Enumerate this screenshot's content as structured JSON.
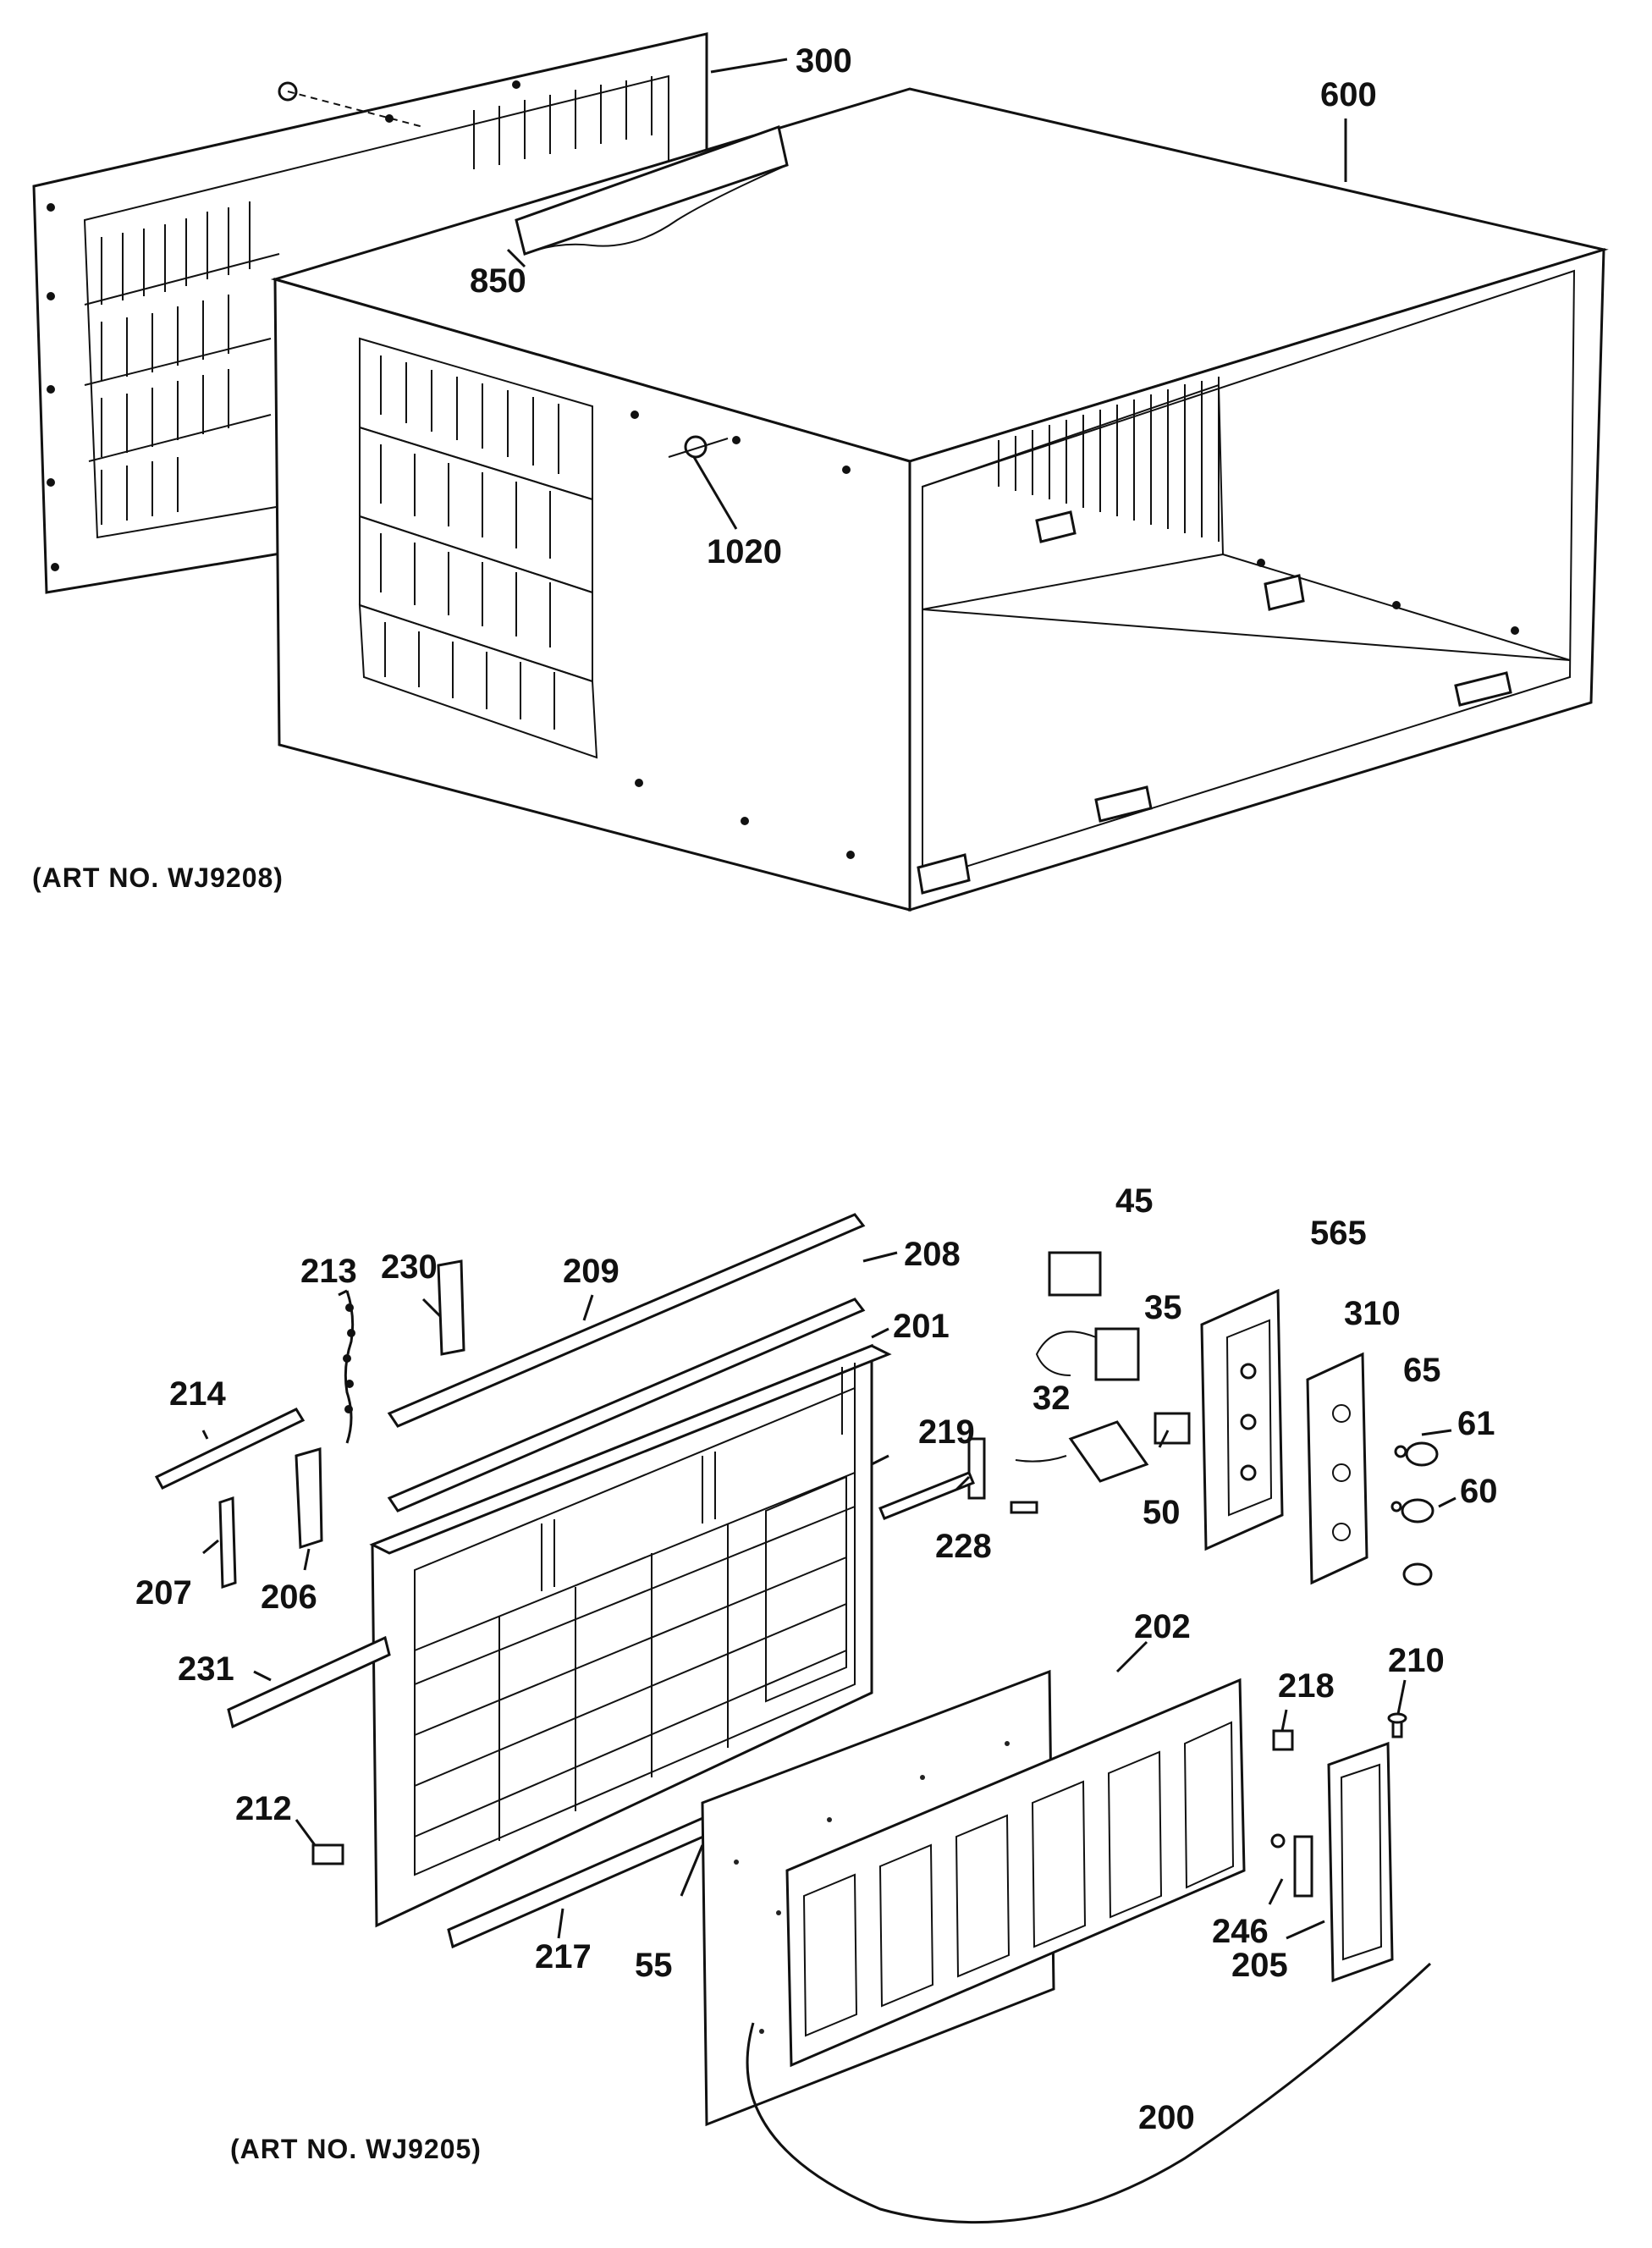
{
  "art_numbers": {
    "top": "(ART NO. WJ9208)",
    "bottom": "(ART NO. WJ9205)"
  },
  "callouts": {
    "c300": "300",
    "c600": "600",
    "c850": "850",
    "c1020": "1020",
    "c45": "45",
    "c565": "565",
    "c35": "35",
    "c310": "310",
    "c213": "213",
    "c230": "230",
    "c209": "209",
    "c208": "208",
    "c201": "201",
    "c214": "214",
    "c32": "32",
    "c65": "65",
    "c61": "61",
    "c219": "219",
    "c50": "50",
    "c60": "60",
    "c228": "228",
    "c207": "207",
    "c206": "206",
    "c231": "231",
    "c202": "202",
    "c218": "218",
    "c210": "210",
    "c212": "212",
    "c246": "246",
    "c217": "217",
    "c55": "55",
    "c205": "205",
    "c200": "200"
  }
}
